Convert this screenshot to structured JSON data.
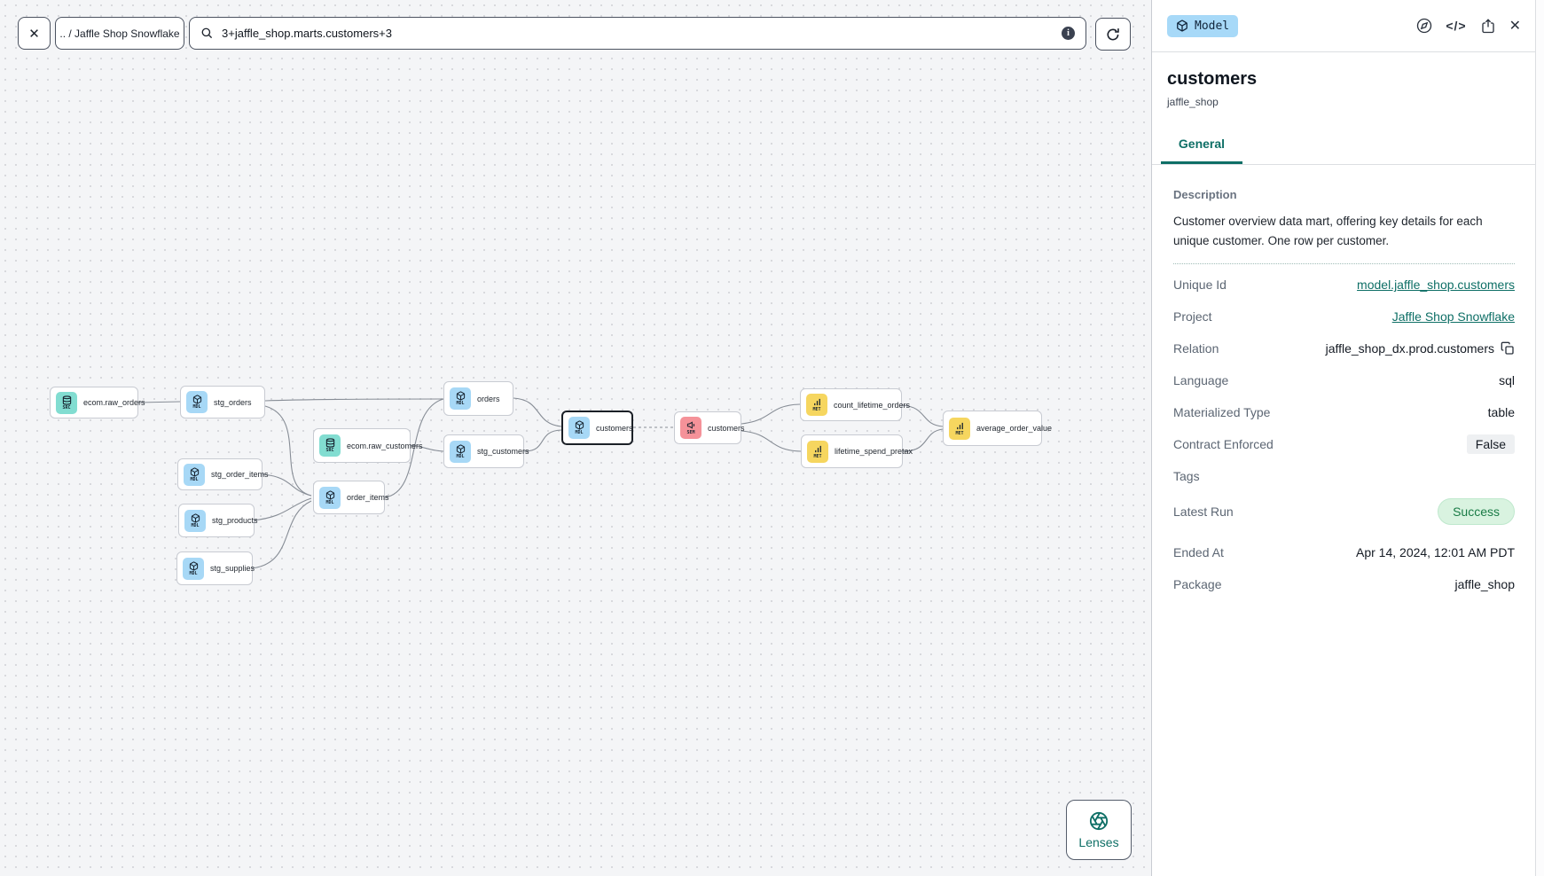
{
  "toolbar": {
    "close_glyph": "✕",
    "breadcrumb": ".. / Jaffle Shop Snowflake",
    "search_value": "3+jaffle_shop.marts.customers+3",
    "info_glyph": "i",
    "icons": [
      "close-icon",
      "search-icon",
      "info-icon",
      "refresh-icon"
    ]
  },
  "lenses": {
    "label": "Lenses",
    "icon": "aperture-icon"
  },
  "graph": {
    "selected_node": "customers",
    "nodes": [
      {
        "label": "ecom.raw_orders",
        "type": "SRC"
      },
      {
        "label": "stg_orders",
        "type": "MDL"
      },
      {
        "label": "ecom.raw_customers",
        "type": "SRC"
      },
      {
        "label": "stg_order_items",
        "type": "MDL"
      },
      {
        "label": "stg_products",
        "type": "MDL"
      },
      {
        "label": "stg_supplies",
        "type": "MDL"
      },
      {
        "label": "order_items",
        "type": "MDL"
      },
      {
        "label": "orders",
        "type": "MDL"
      },
      {
        "label": "stg_customers",
        "type": "MDL"
      },
      {
        "label": "customers",
        "type": "MDL"
      },
      {
        "label": "customers",
        "type": "SEM"
      },
      {
        "label": "count_lifetime_orders",
        "type": "MET"
      },
      {
        "label": "lifetime_spend_pretax",
        "type": "MET"
      },
      {
        "label": "average_order_value",
        "type": "MET"
      }
    ],
    "node_type_colors": {
      "SRC": "#82ddd1",
      "MDL": "#a7d8f6",
      "MET": "#f6d65f",
      "SEM": "#f59299"
    }
  },
  "panel": {
    "badge": "Model",
    "badge_color": "#a7d9f8",
    "header_icons": [
      "explore-compass-icon",
      "code-icon",
      "share-icon",
      "close-icon"
    ],
    "code_icon_glyph": "</>",
    "close_glyph": "✕",
    "title": "customers",
    "subtitle": "jaffle_shop",
    "tab": "General",
    "accent_color": "#0e6f66",
    "description_label": "Description",
    "description": "Customer overview data mart, offering key details for each unique customer. One row per customer.",
    "fields": {
      "unique_id": {
        "label": "Unique Id",
        "value": "model.jaffle_shop.customers"
      },
      "project": {
        "label": "Project",
        "value": "Jaffle Shop Snowflake"
      },
      "relation": {
        "label": "Relation",
        "value": "jaffle_shop_dx.prod.customers"
      },
      "language": {
        "label": "Language",
        "value": "sql"
      },
      "materialized_type": {
        "label": "Materialized Type",
        "value": "table"
      },
      "contract_enforced": {
        "label": "Contract Enforced",
        "value": "False"
      },
      "tags": {
        "label": "Tags",
        "value": ""
      },
      "latest_run": {
        "label": "Latest Run",
        "value": "Success",
        "status_color": "#1a7b46"
      },
      "ended_at": {
        "label": "Ended At",
        "value": "Apr 14, 2024, 12:01 AM PDT"
      },
      "package": {
        "label": "Package",
        "value": "jaffle_shop"
      }
    }
  }
}
